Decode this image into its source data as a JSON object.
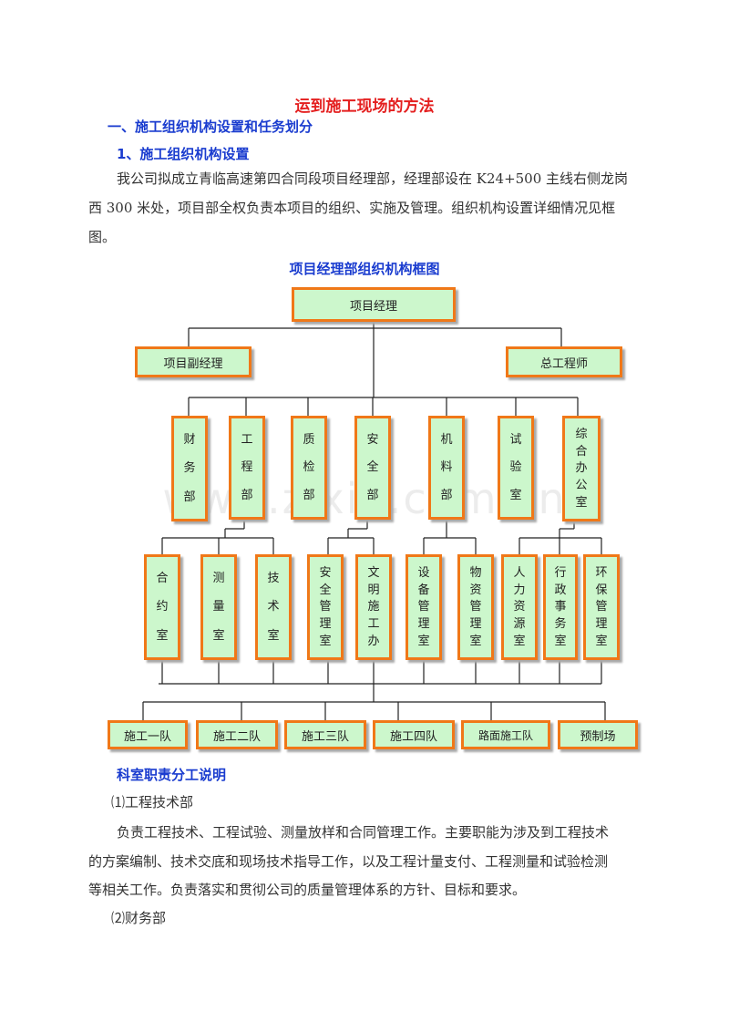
{
  "doc": {
    "title": "运到施工现场的方法",
    "section1": "一、施工组织机构设置和任务划分",
    "section1_1": "1、施工组织机构设置",
    "para1_line1": "我公司拟成立青临高速第四合同段项目经理部，经理部设在 K24+500 主线右侧龙岗",
    "para1_line2": "西 300 米处，项目部全权负责本项目的组织、实施及管理。组织机构设置详细情况见框",
    "para1_line3": "图。",
    "chart_title": "项目经理部组织机构框图",
    "watermark": "www.zixin.com.cn",
    "duties_title": "科室职责分工说明",
    "item1": "⑴工程技术部",
    "item1_line1": "负责工程技术、工程试验、测量放样和合同管理工作。主要职能为涉及到工程技术",
    "item1_line2": "的方案编制、技术交底和现场技术指导工作，以及工程计量支付、工程测量和试验检测",
    "item1_line3": "等相关工作。负责落实和贯彻公司的质量管理体系的方针、目标和要求。",
    "item2": "⑵财务部"
  },
  "org": {
    "top": "项目经理",
    "deputy": "项目副经理",
    "chief_engineer": "总工程师",
    "departments": [
      "财务部",
      "工程部",
      "质检部",
      "安全部",
      "机料部",
      "试验室",
      "综合办公室"
    ],
    "offices": [
      "合约室",
      "测量室",
      "技术室",
      "安全管理室",
      "文明施工办",
      "设备管理室",
      "物资管理室",
      "人力资源室",
      "行政事务室",
      "环保管理室"
    ],
    "teams": [
      "施工一队",
      "施工二队",
      "施工三队",
      "施工四队",
      "路面施工队",
      "预制场"
    ]
  },
  "colors": {
    "title": "#e41f1f",
    "heading": "#1a3ccf",
    "box_fill": "#ccf7cc",
    "box_border": "#f07818"
  }
}
